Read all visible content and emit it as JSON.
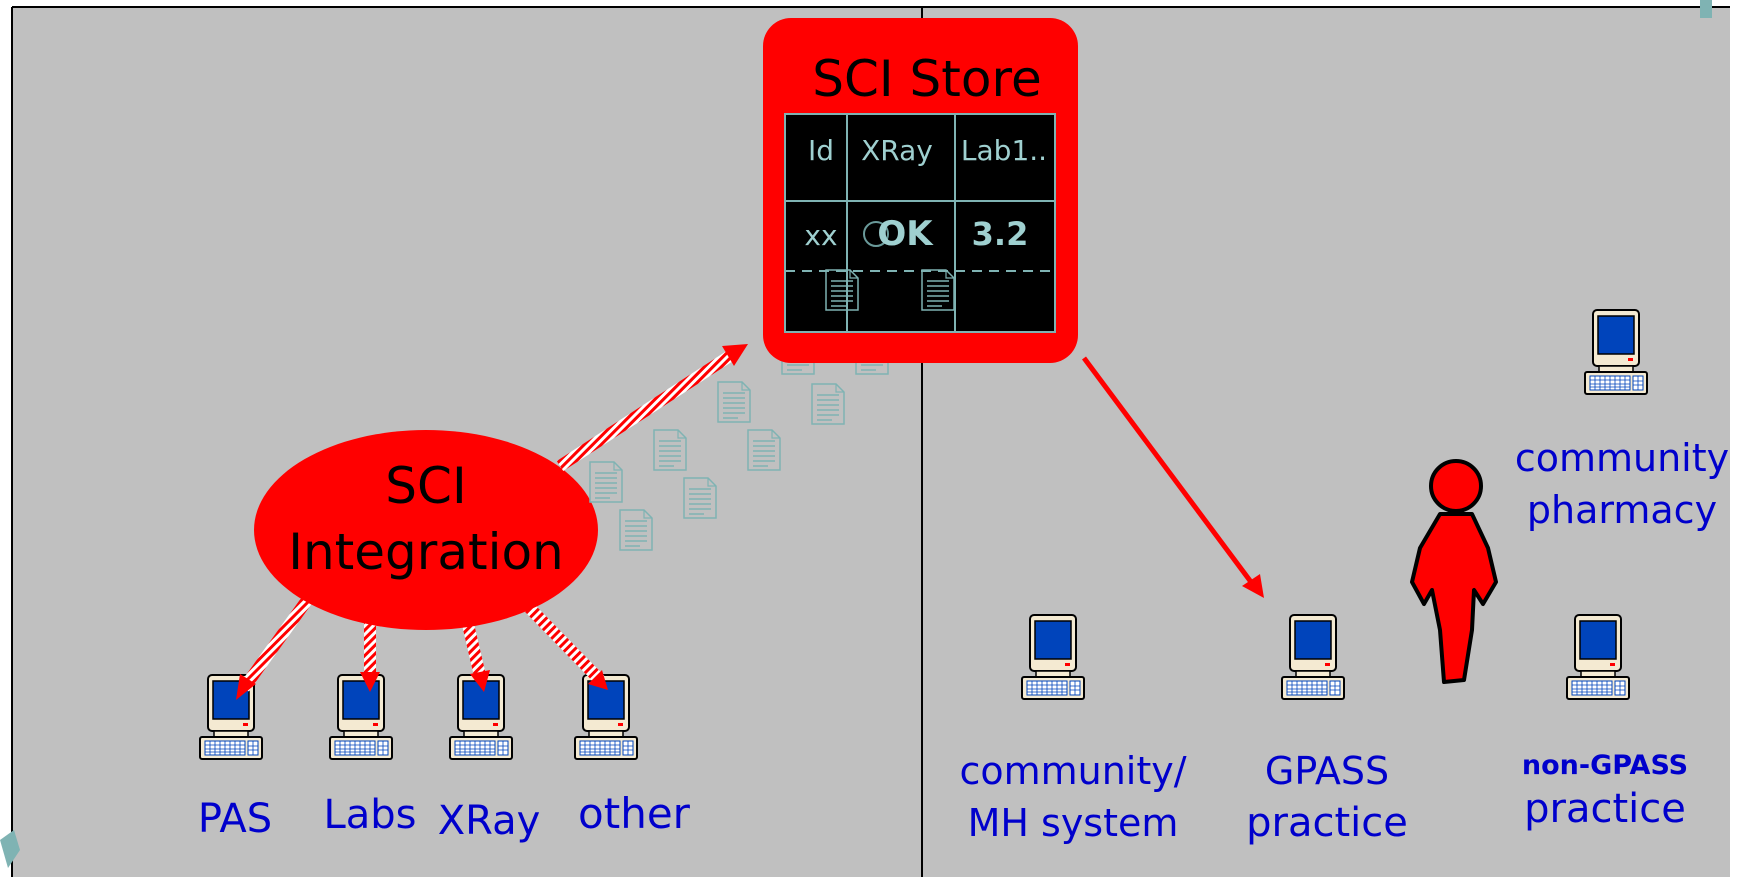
{
  "store": {
    "title": "SCI Store",
    "headers": [
      "Id",
      "XRay",
      "Lab1.."
    ],
    "row": [
      "xx",
      "OK",
      "3.2"
    ]
  },
  "integration": {
    "line1": "SCI",
    "line2": "Integration"
  },
  "sources": [
    {
      "label": "PAS"
    },
    {
      "label": "Labs"
    },
    {
      "label": "XRay"
    },
    {
      "label": "other"
    }
  ],
  "consumers": {
    "community": {
      "line1": "community/",
      "line2": "MH system"
    },
    "gpass": {
      "line1": "GPASS",
      "line2": "practice"
    },
    "non_gpass": {
      "line1": "non-GPASS",
      "line2": "practice"
    },
    "pharmacy": {
      "line1": "community",
      "line2": "pharmacy"
    }
  },
  "icons": {
    "computer": "desktop-computer-icon",
    "document": "document-icon",
    "person": "person-icon"
  },
  "colors": {
    "background": "#c0c0c0",
    "accent_red": "#ff0000",
    "label_blue": "#0000cc",
    "table_bg": "#000000",
    "table_line": "#7fb3b3",
    "table_text": "#9fd0d0",
    "monitor_screen": "#0044bb"
  }
}
